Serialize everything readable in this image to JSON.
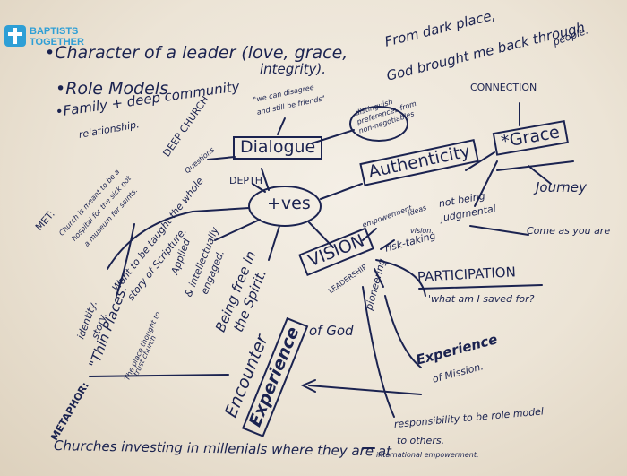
{
  "logo": {
    "line1": "BAPTISTS",
    "line2": "TOGETHER"
  },
  "top_left": {
    "bullet1": "•Character of a leader (love, grace,",
    "bullet1b": "integrity).",
    "bullet2": "•Role Models",
    "bullet3": "•Family + deep community",
    "bullet3b": "relationship."
  },
  "quote_right": {
    "line1": "From dark place,",
    "line2": "God brought me back through",
    "line3": "people."
  },
  "center": "+ves",
  "nodes": {
    "dialogue": "Dialogue",
    "authenticity": "Authenticity",
    "grace": "*Grace",
    "vision": "VISION",
    "leadership": "LEADERSHIP",
    "depth": "DEPTH",
    "deep_church": "DEEP CHURCH",
    "questions": "Questions",
    "connection": "CONNECTION",
    "journey": "Journey",
    "come_as_you_are": "Come as you are",
    "not_judgmental": "not being",
    "not_judgmental_b": "judgmental",
    "participation": "PARTICIPATION",
    "what_saved_for": "'what am I saved for?",
    "experience_mission": "Experience",
    "experience_mission_b": "of Mission.",
    "empowerment": "empowerment",
    "ideas": "ideas",
    "vision_small": "vision.",
    "risk_taking": "risk-taking",
    "pioneering": "pioneering",
    "agree_disagree": "\"we can disagree",
    "agree_disagree_b": "and still be friends\"",
    "distinguish": "distinguish",
    "distinguish_b": "preferences from",
    "distinguish_c": "non-negotiables",
    "met": "MET:",
    "met_b": "Church is meant to be a",
    "met_c": "hospital for the sick not",
    "met_d": "a museum for saints.",
    "want_taught": "Want to be taught the whole",
    "want_taught_b": "story of Scripture.",
    "applied": "Applied",
    "intellectually": "& intellectually",
    "engaged": "engaged.",
    "free_spirit": "Being free in",
    "free_spirit_b": "the Spirit.",
    "identity": "identity.",
    "story": "story.",
    "thin_places": "\"Thin Places.\"",
    "metaphor": "METAPHOR:",
    "thin_small": "The place thought to",
    "thin_small_b": "trust church",
    "encounter": "Encounter",
    "experience": "Experience",
    "of_god": "of God",
    "responsibility": "responsibility to be role model",
    "responsibility_b": "to others.",
    "bottom": "Churches investing in millenials where they are at",
    "international": "international empowerment."
  }
}
